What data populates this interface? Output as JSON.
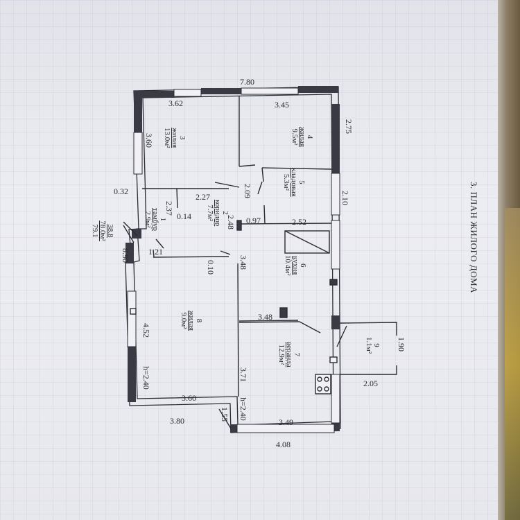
{
  "document": {
    "title": "3. ПЛАН ЖИЛОГО ДОМА"
  },
  "area_summary": {
    "line1": "38.8",
    "line2": "78.0м²",
    "line3": "79.1"
  },
  "rooms": [
    {
      "num": "1",
      "name": "тамбур",
      "area": "2.9м²"
    },
    {
      "num": "2",
      "name": "коридор",
      "area": "7.7м²"
    },
    {
      "num": "3",
      "name": "жилая",
      "area": "13.0м²"
    },
    {
      "num": "4",
      "name": "жилая",
      "area": "9.5м²"
    },
    {
      "num": "5",
      "name": "кладовая",
      "area": "5.3м²"
    },
    {
      "num": "6",
      "name": "кухня",
      "area": "10.4м²"
    },
    {
      "num": "7",
      "name": "веранда",
      "area": "12.9м²"
    },
    {
      "num": "8",
      "name": "жилая",
      "area": "9.0м²"
    },
    {
      "num": "9",
      "name": "",
      "area": "1.1м²"
    }
  ],
  "dimensions": {
    "top_total": "7.80",
    "top_left": "3.62",
    "top_right": "3.45",
    "right_upper": "2.75",
    "right_mid": "2.10",
    "kitchen_top": "2.52",
    "pantry_bottom": "0.97",
    "corridor_width": "2.48",
    "pantry_left": "2.09",
    "corridor_top": "2.27",
    "tambur_side": "2.37",
    "tambur_small": "0.14",
    "left_upper": "3.60",
    "left_step": "0.32",
    "left_total": "8.90",
    "tambur_bottom": "1.21",
    "room8_small": "0.10",
    "kitchen_left": "3.48",
    "veranda_top": "3.48",
    "left_lower": "4.52",
    "room8_height": "h=2.40",
    "room8_bottom": "3.60",
    "bottom_left": "3.80",
    "veranda_left": "3.71",
    "veranda_height": "h=2.40",
    "step_small": "1.55",
    "veranda_bottom_inner": "3.49",
    "veranda_bottom": "4.08",
    "porch_width": "1.90",
    "porch_depth": "2.05"
  }
}
